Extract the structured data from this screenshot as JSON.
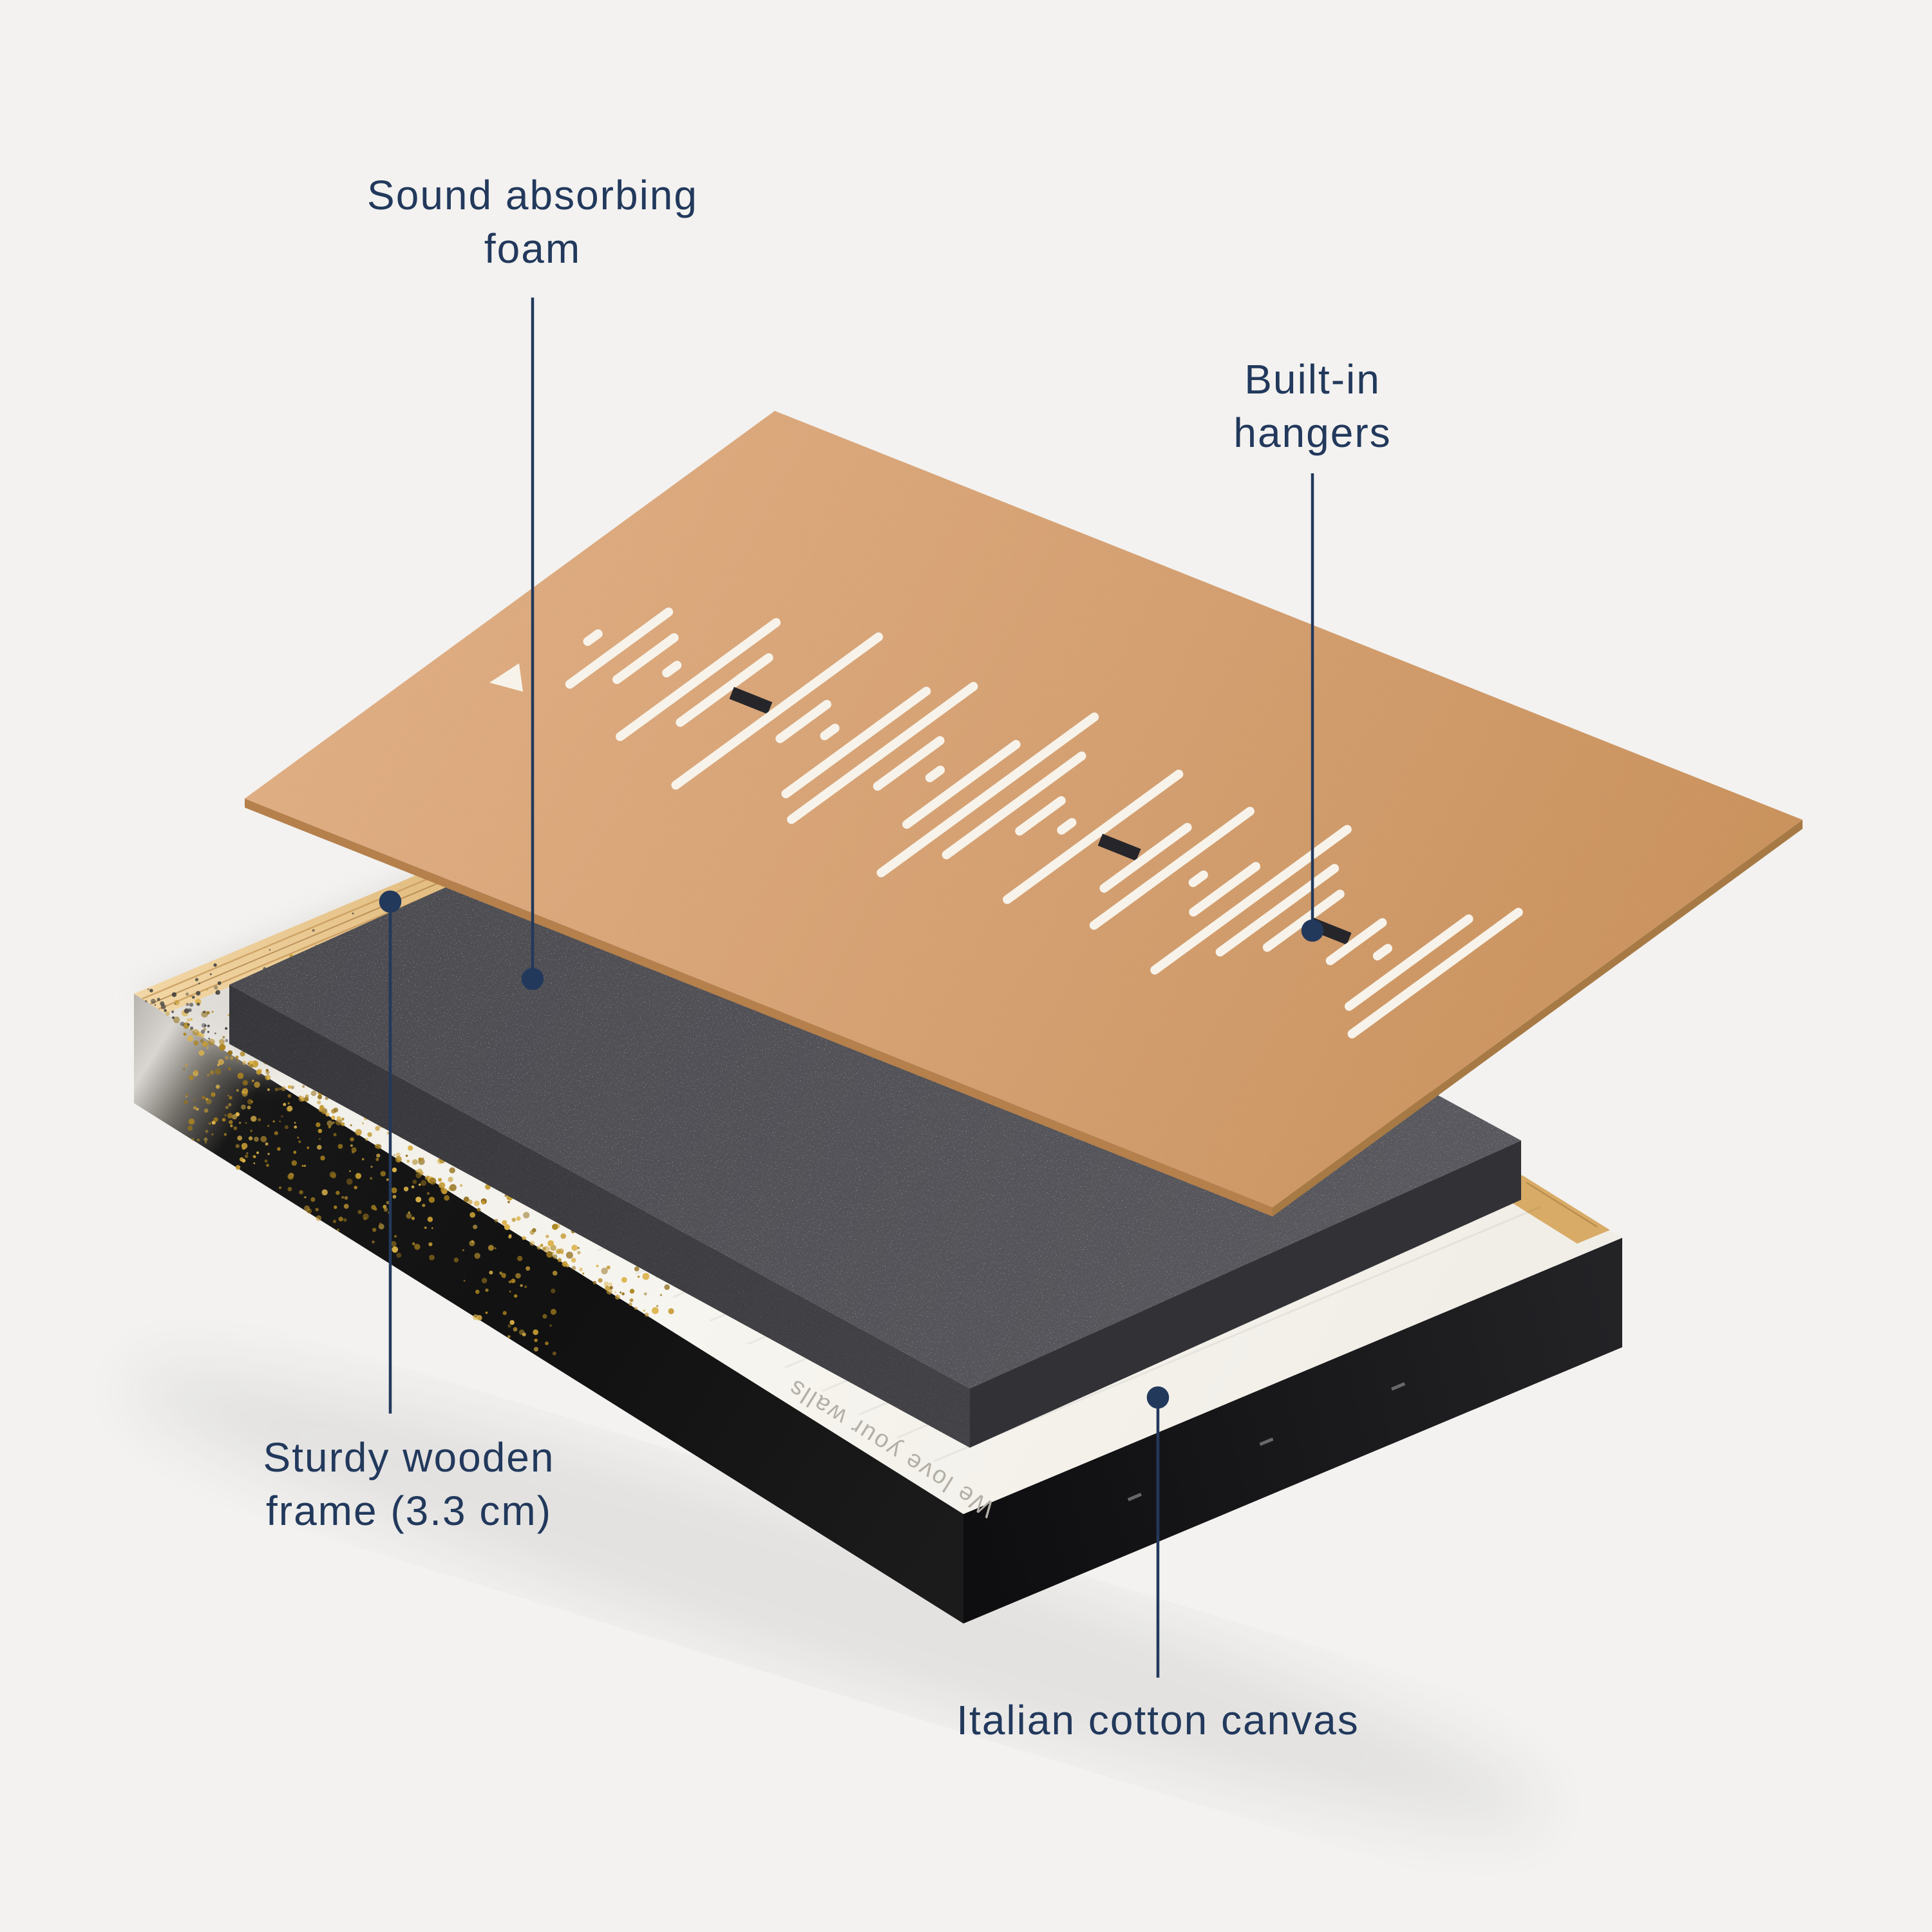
{
  "colors": {
    "background": "#f3f2f0",
    "accent": "#22395c",
    "mdf": "#d5a172",
    "mdf_edge": "#b5804c",
    "foam": "#4f4f54",
    "foam_side": "#3a3a3f",
    "canvas_white": "#f5f2ec",
    "frame_black": "#141414",
    "wood": "#e9c88f",
    "gold": "#c49a32",
    "slot": "#f7f3ea"
  },
  "labels": {
    "foam": {
      "line1": "Sound absorbing",
      "line2": "foam"
    },
    "hangers": {
      "line1": "Built-in",
      "line2": "hangers"
    },
    "frame": {
      "line1": "Sturdy wooden",
      "line2": "frame (3.3 cm)"
    },
    "canvas": {
      "line1": "Italian cotton canvas"
    }
  },
  "canvas_back_text": "We love your walls"
}
